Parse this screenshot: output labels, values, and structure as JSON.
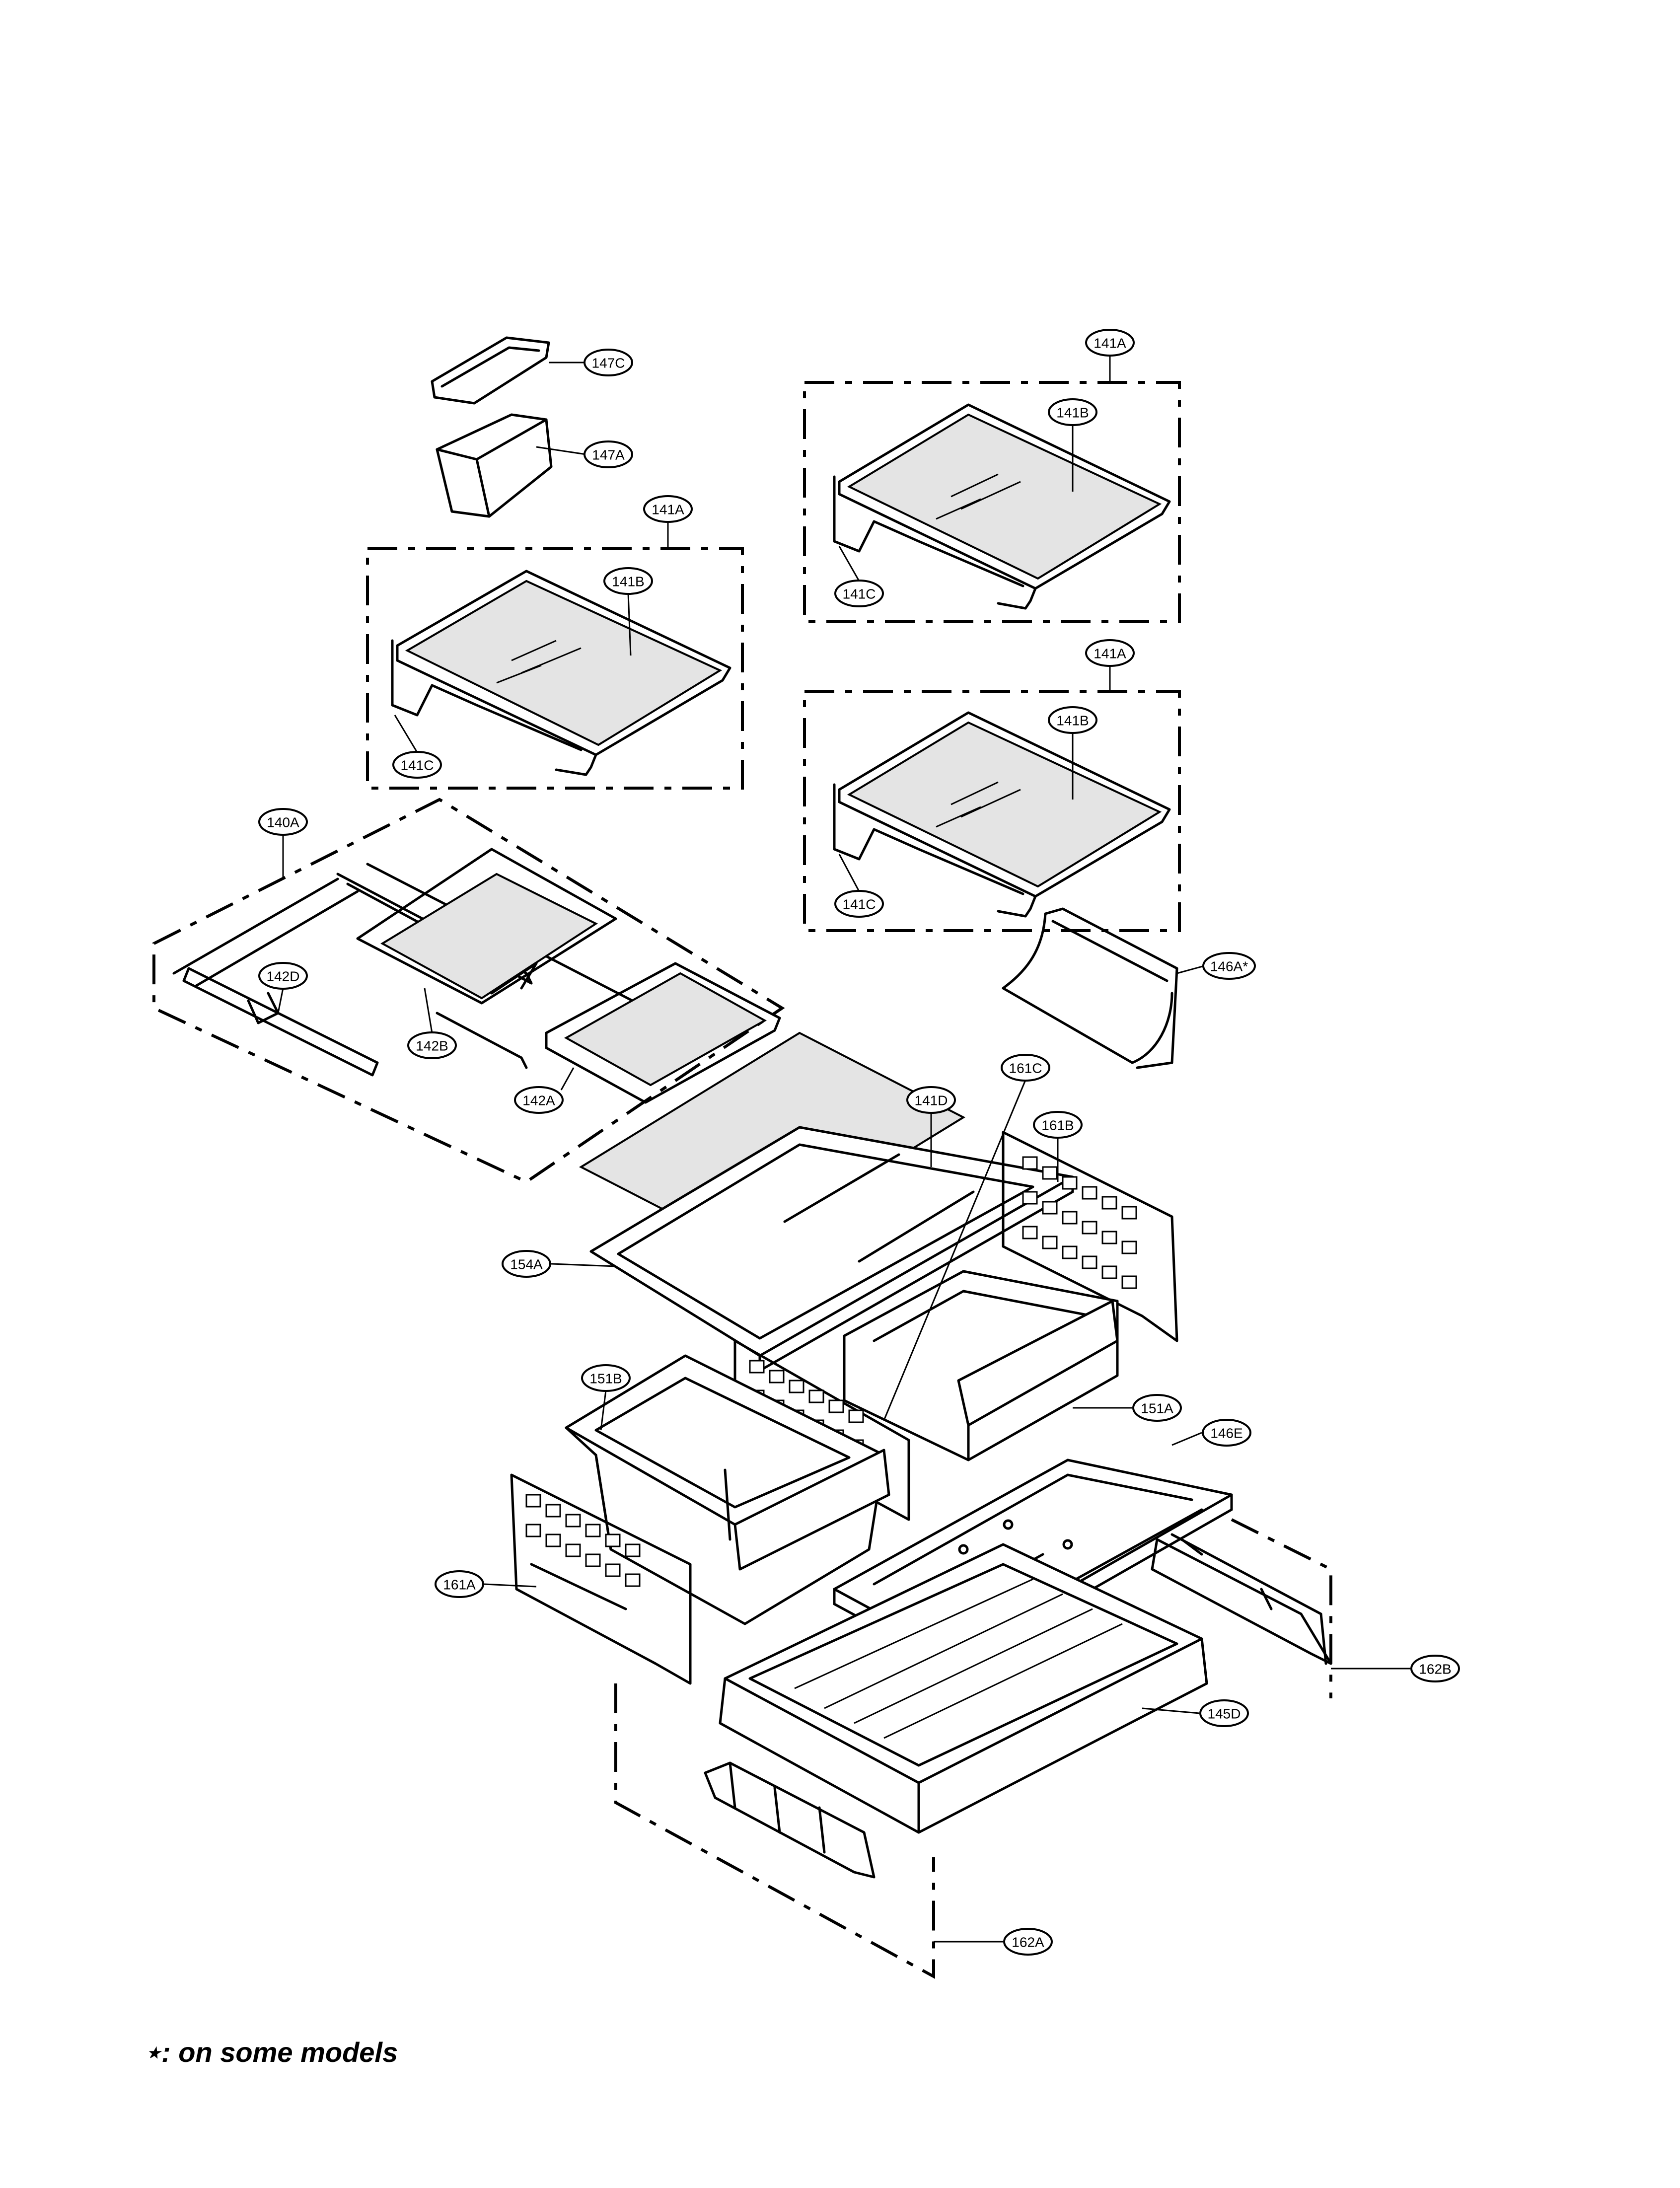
{
  "callouts": {
    "c147C": "147C",
    "c147A": "147A",
    "c141A_mid": "141A",
    "c141B_mid": "141B",
    "c141C_mid": "141C",
    "c141A_top": "141A",
    "c141B_top": "141B",
    "c141C_top": "141C",
    "c141A_r2": "141A",
    "c141B_r2": "141B",
    "c141C_r2": "141C",
    "c140A": "140A",
    "c142D": "142D",
    "c142B": "142B",
    "c142A": "142A",
    "c146A": "146A*",
    "c141D": "141D",
    "c161C": "161C",
    "c161B": "161B",
    "c154A": "154A",
    "c151B": "151B",
    "c151A": "151A",
    "c146E": "146E",
    "c161A": "161A",
    "c162B": "162B",
    "c145D": "145D",
    "c162A": "162A"
  },
  "footnote": "⋆: on some models"
}
